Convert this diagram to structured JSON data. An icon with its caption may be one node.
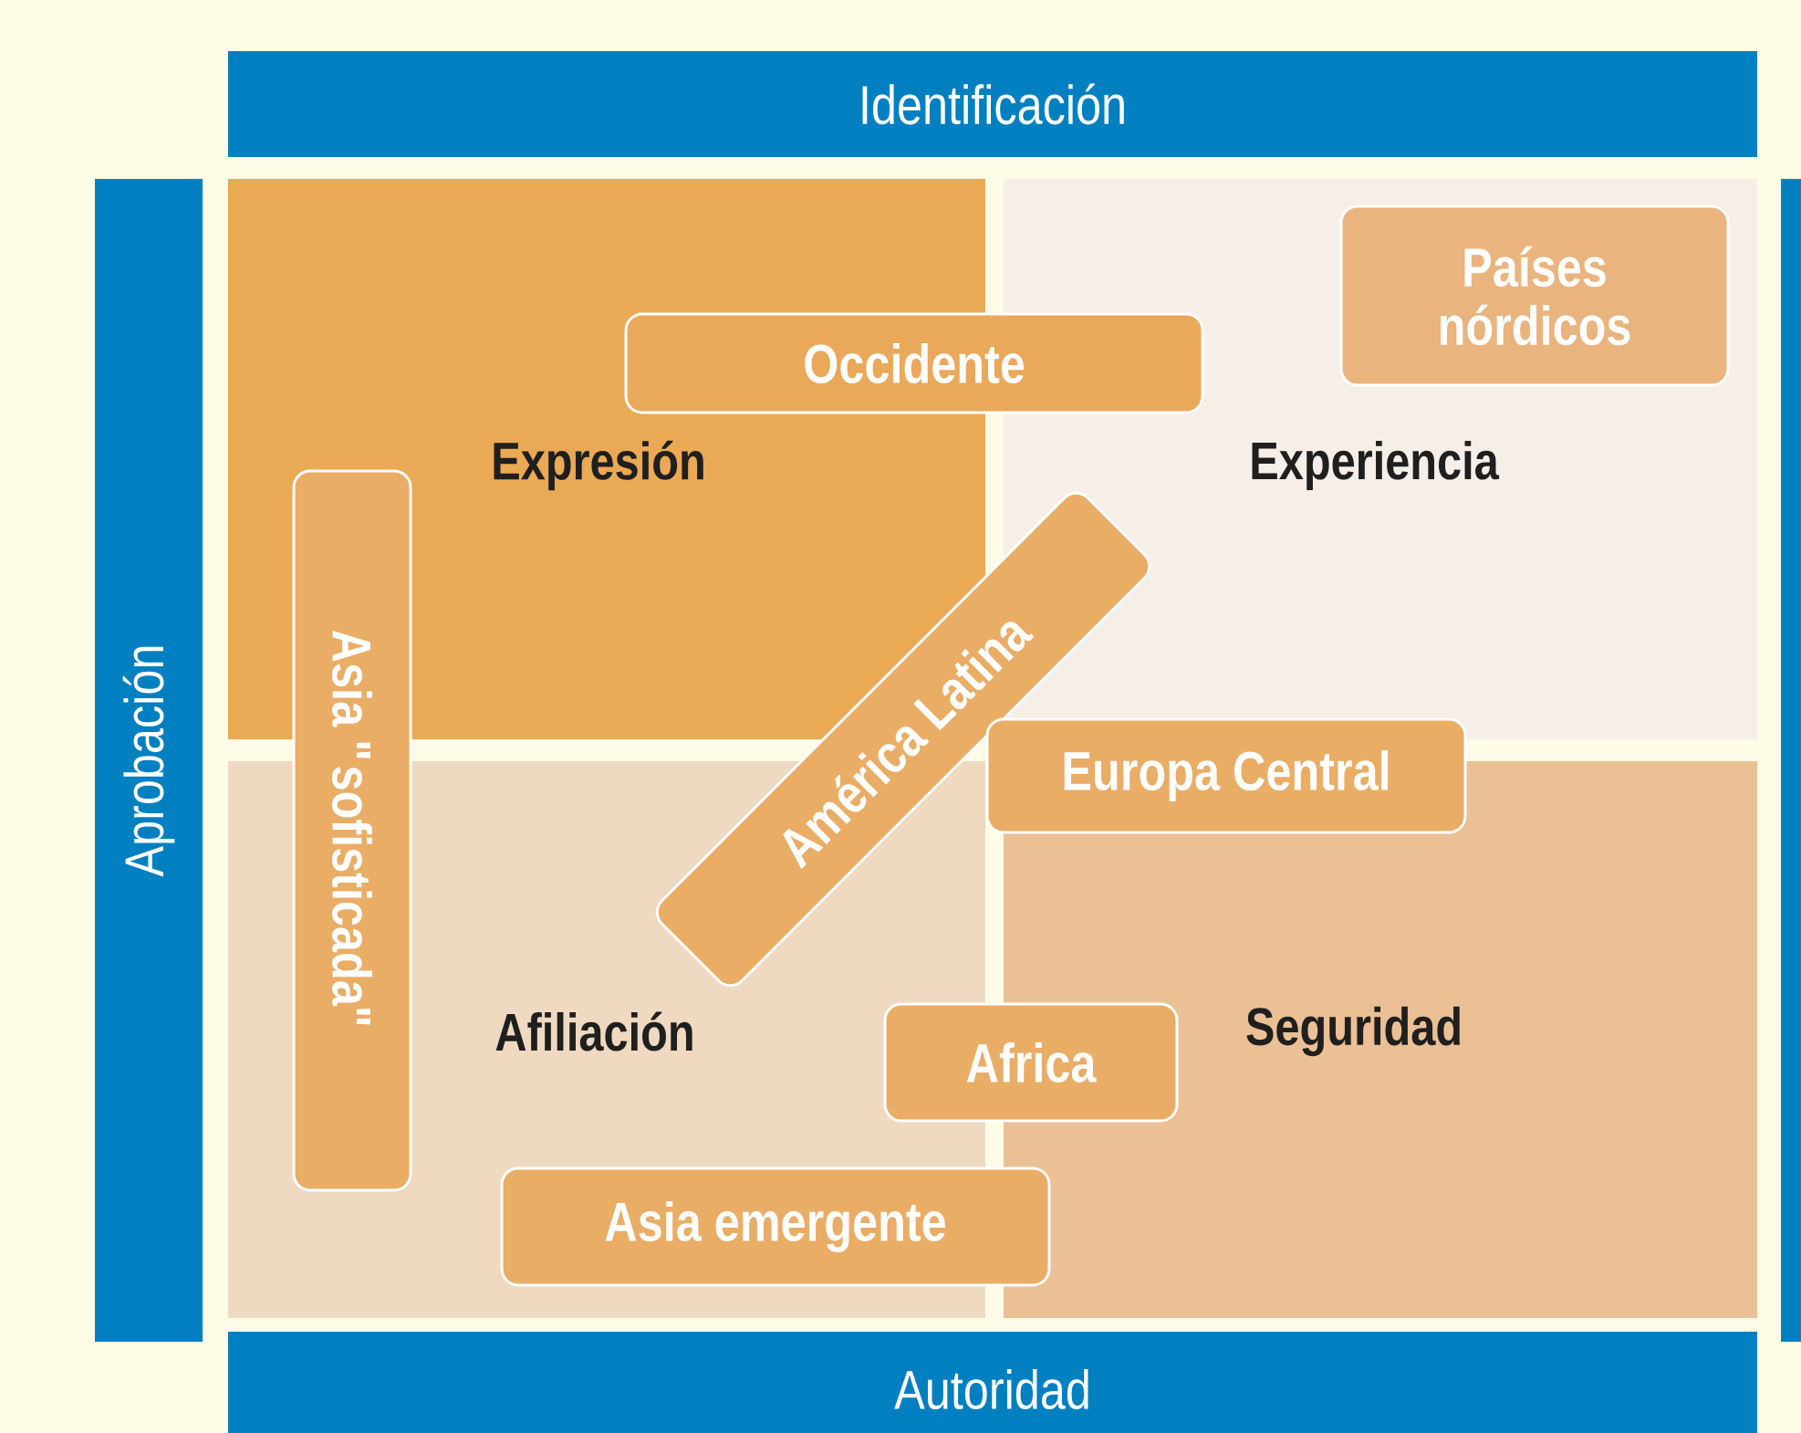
{
  "diagram": {
    "nodes": [
      {
        "text": [
          "Identificación"
        ]
      },
      {
        "text": [
          "Aprobación"
        ]
      },
      {
        "text": [
          "Expresión"
        ]
      },
      {
        "text": [
          "Experiencia"
        ]
      },
      {
        "text": [
          "Países nórdicos"
        ],
        "in": 3
      },
      {
        "text": [
          "Occidente"
        ]
      },
      {
        "text": [
          "Asia \"sofisticada\""
        ]
      },
      {
        "text": [
          "América Latina"
        ]
      },
      {
        "text": [
          "Europa Central"
        ]
      },
      {
        "text": [
          "Afiliación"
        ]
      },
      {
        "text": [
          "Seguridad"
        ]
      },
      {
        "text": [
          "Africa"
        ]
      },
      {
        "text": [
          "Asia emergente"
        ]
      },
      {
        "text": [
          "Autoridad"
        ]
      }
    ]
  }
}
